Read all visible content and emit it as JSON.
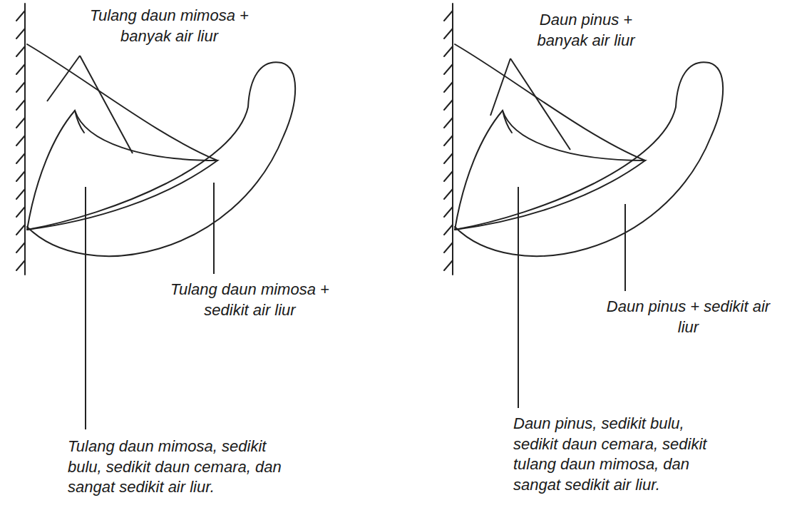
{
  "diagram": {
    "labels": [
      "Tulang daun mimosa + banyak air liur",
      "Tulang daun mimosa + sedikit air liur",
      "Tulang daun mimosa, sedikit bulu, sedikit daun cemara, dan sangat sedikit air liur.",
      "Daun pinus + banyak air liur",
      "Daun pinus + sedikit air liur",
      "Daun pinus, sedikit bulu, sedikit daun cemara, sedikit tulang daun mimosa, dan sangat sedikit air liur."
    ]
  }
}
